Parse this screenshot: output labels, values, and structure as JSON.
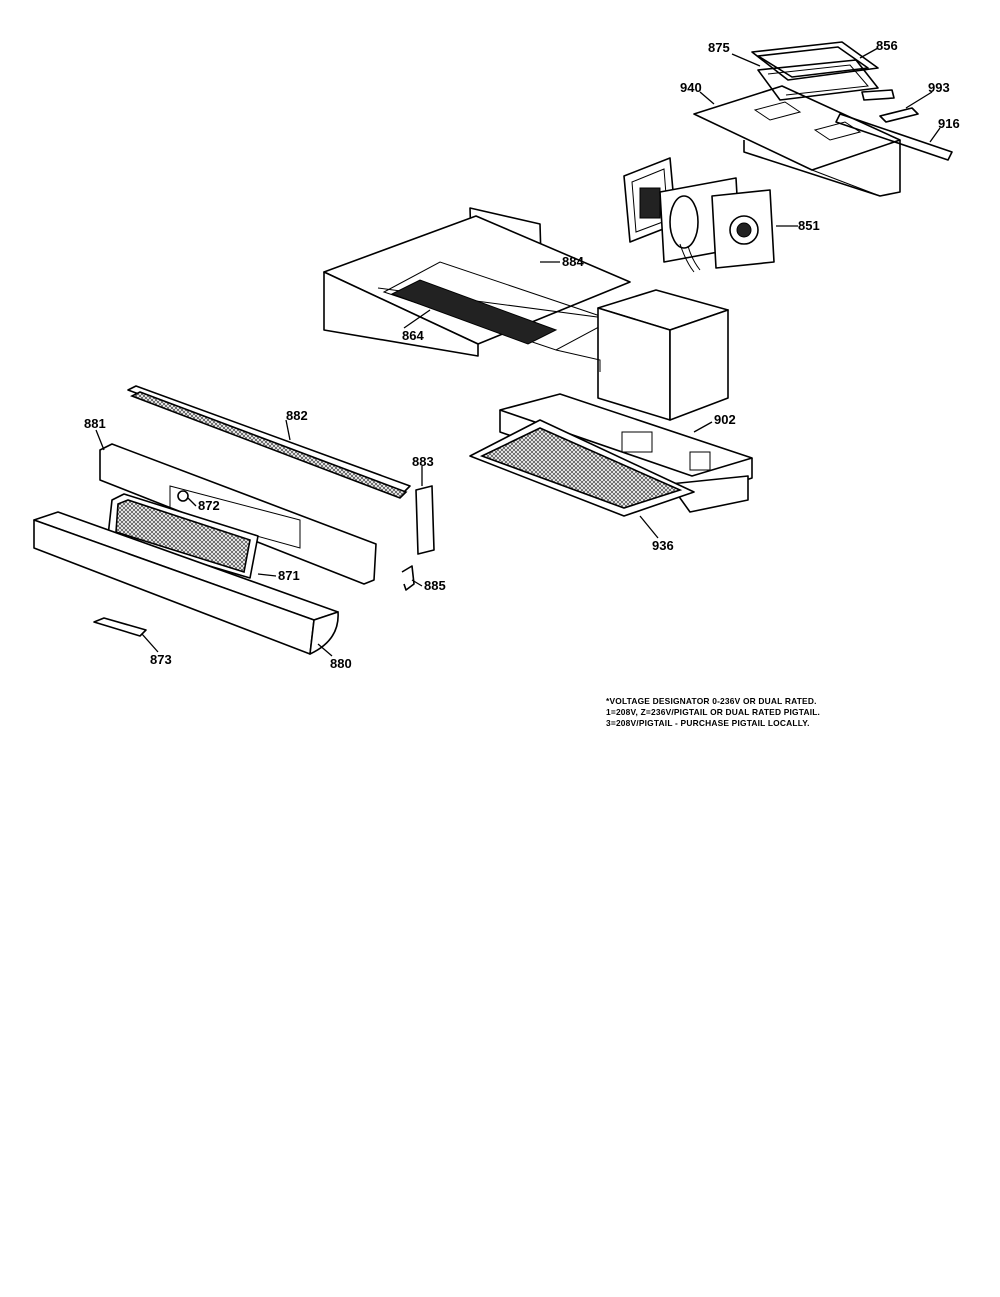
{
  "callouts": {
    "c875": "875",
    "c856": "856",
    "c940": "940",
    "c993": "993",
    "c916": "916",
    "c851": "851",
    "c884": "884",
    "c864": "864",
    "c882": "882",
    "c881": "881",
    "c883": "883",
    "c902": "902",
    "c872": "872",
    "c871": "871",
    "c885": "885",
    "c936": "936",
    "c873": "873",
    "c880": "880"
  },
  "footnote": {
    "line1": "*VOLTAGE DESIGNATOR 0-236V OR DUAL RATED.",
    "line2": "1=208V, Z=236V/PIGTAIL OR DUAL RATED PIGTAIL.",
    "line3": "3=208V/PIGTAIL - PURCHASE PIGTAIL LOCALLY."
  }
}
